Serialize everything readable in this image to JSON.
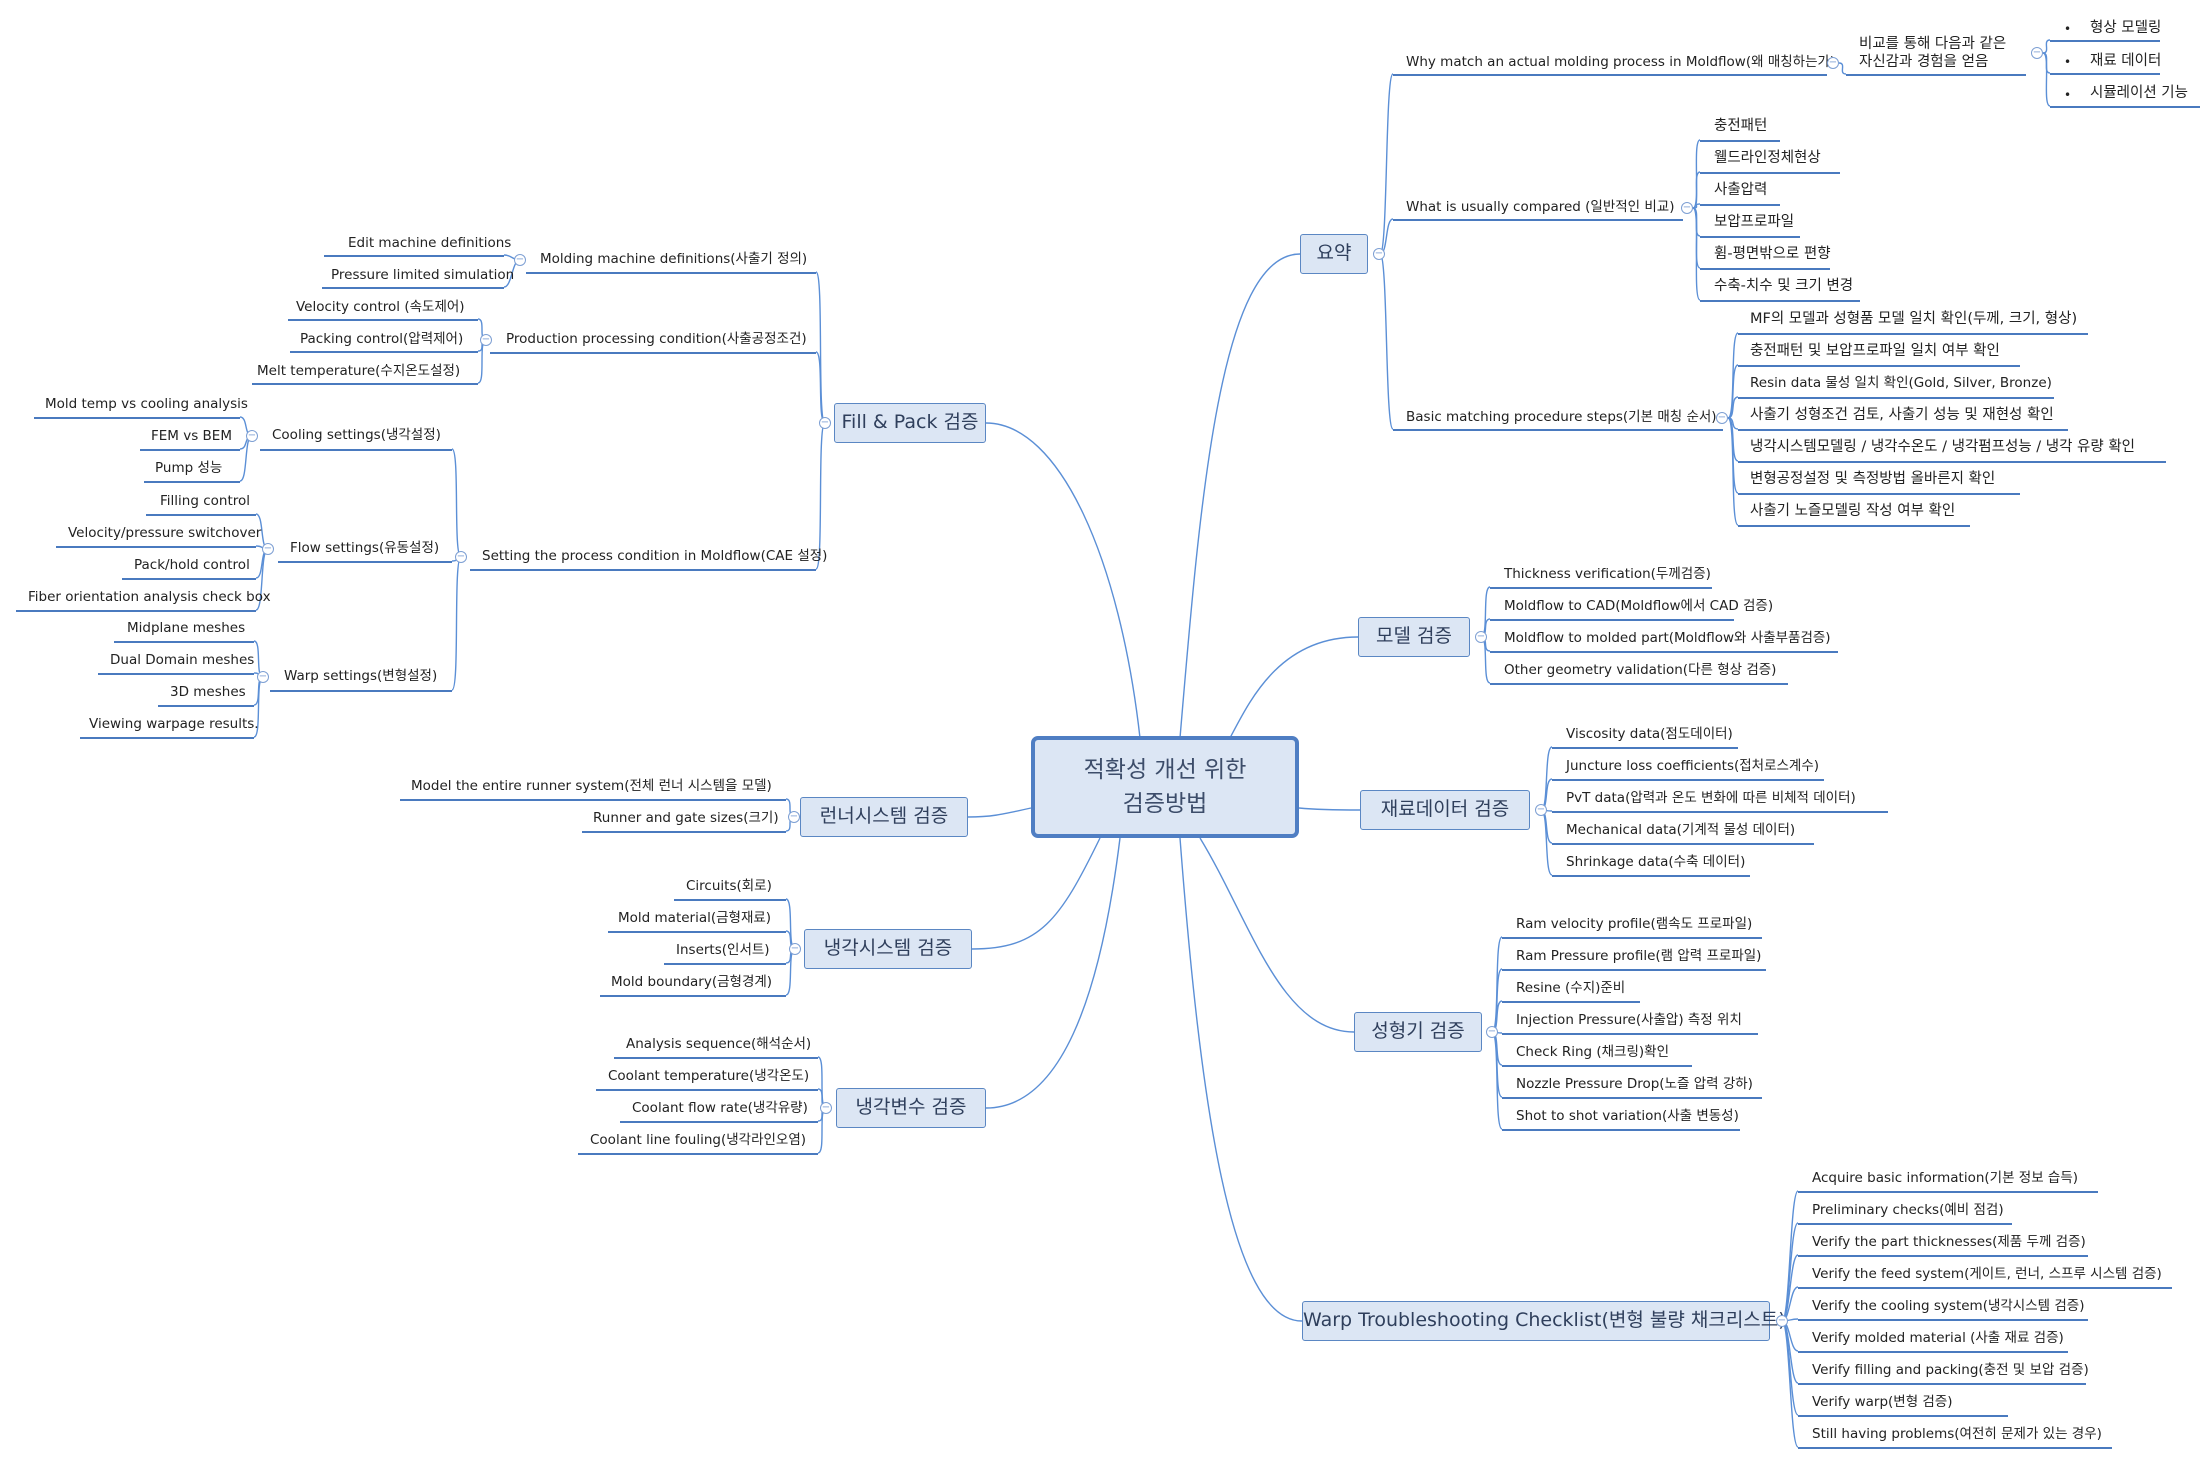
{
  "center": {
    "line1": "적확성 개선 위한",
    "line2": "검증방법"
  },
  "topics": {
    "summary": "요약",
    "model": "모델 검증",
    "material": "재료데이터 검증",
    "machine": "성형기 검증",
    "warp": "Warp Troubleshooting Checklist(변형 불량 채크리스트)",
    "fillpack": "Fill & Pack 검증",
    "runner": "런너시스템 검증",
    "cooling": "냉각시스템 검증",
    "coolvar": "냉각변수 검증"
  },
  "summary": {
    "why": "Why match an actual molding process in Moldflow(왜 매칭하는가)",
    "why_sub1": "비교를 통해 다음과 같은",
    "why_sub2": "자신감과 경험을 얻음",
    "gains": [
      "형상 모델링",
      "재료 데이터",
      "시뮬레이션 기능"
    ],
    "compared": "What is usually compared (일반적인 비교)",
    "compared_items": [
      "충전패턴",
      "웰드라인정체현상",
      "사출압력",
      "보압프로파일",
      "휨-평면밖으로 편향",
      "수축-치수 및 크기 변경"
    ],
    "steps": "Basic matching procedure steps(기본 매칭 순서)",
    "steps_items": [
      "MF의 모델과 성형품 모델 일치 확인(두께, 크기, 형상)",
      "충전패턴 및 보압프로파일 일치 여부 확인",
      "Resin data 물성 일치 확인(Gold, Silver, Bronze)",
      "사출기 성형조건 검토, 사출기 성능 및 재현성 확인",
      "냉각시스템모델링 / 냉각수온도 / 냉각펌프성능 / 냉각 유량 확인",
      "변형공정설정 및 측정방법 올바른지 확인",
      "사출기 노즐모델링 작성 여부 확인"
    ]
  },
  "model_items": [
    "Thickness verification(두께검증)",
    "Moldflow to CAD(Moldflow에서 CAD 검증)",
    "Moldflow to molded part(Moldflow와 사출부품검증)",
    "Other geometry validation(다른 형상 검증)"
  ],
  "material_items": [
    "Viscosity data(점도데이터)",
    "Juncture loss coefficients(접처로스계수)",
    "PvT data(압력과 온도 변화에 따른 비체적 데이터)",
    "Mechanical data(기계적 물성 데이터)",
    "Shrinkage data(수축 데이터)"
  ],
  "machine_items": [
    "Ram velocity profile(램속도 프로파일)",
    "Ram Pressure profile(램 압력 프로파일)",
    "Resine (수지)준비",
    "Injection Pressure(사출압) 측정 위치",
    "Check Ring (채크링)확인",
    "Nozzle Pressure Drop(노즐 압력 강하)",
    "Shot to shot variation(사출 변동성)"
  ],
  "warp_items": [
    "Acquire basic information(기본 정보 습득)",
    "Preliminary checks(예비 점검)",
    "Verify the part thicknesses(제품 두께 검증)",
    "Verify the feed system(게이트, 런너, 스프루 시스템 검증)",
    "Verify the cooling system(냉각시스템 검증)",
    "Verify molded material (사출 재료 검증)",
    "Verify filling and packing(충전 및 보압 검증)",
    "Verify warp(변형 검증)",
    "Still having problems(여전히 문제가 있는 경우)"
  ],
  "fillpack": {
    "molding_machine": "Molding machine definitions(사출기 정의)",
    "molding_machine_items": [
      "Edit machine definitions",
      "Pressure limited simulation"
    ],
    "production": "Production processing condition(사출공정조건)",
    "production_items": [
      "Velocity control (속도제어)",
      "Packing control(압력제어)",
      "Melt temperature(수지온도설정)"
    ],
    "setting": "Setting the process condition in Moldflow(CAE 설정)",
    "cooling_settings": "Cooling settings(냉각설정)",
    "cooling_items": [
      "Mold temp vs cooling analysis",
      "FEM vs BEM",
      "Pump 성능"
    ],
    "flow_settings": "Flow settings(유동설정)",
    "flow_items": [
      "Filling control",
      "Velocity/pressure switchover",
      "Pack/hold control",
      "Fiber orientation analysis check box"
    ],
    "warp_settings": "Warp settings(변형설정)",
    "warp_items": [
      "Midplane meshes",
      "Dual Domain meshes",
      "3D meshes",
      "Viewing warpage results."
    ]
  },
  "runner_items": [
    "Model the entire runner system(전체 런너 시스템을 모델)",
    "Runner and gate sizes(크기)"
  ],
  "cooling_items": [
    "Circuits(회로)",
    "Mold material(금형재료)",
    "Inserts(인서트)",
    "Mold boundary(금형경계)"
  ],
  "coolvar_items": [
    "Analysis sequence(해석순서)",
    "Coolant temperature(냉각온도)",
    "Coolant flow rate(냉각유량)",
    "Coolant line fouling(냉각라인오염)"
  ],
  "colors": {
    "line": "#5b8fd6",
    "underline": "#4a7abf",
    "topic_fill": "#dce6f4",
    "topic_border": "#5b87c3"
  }
}
